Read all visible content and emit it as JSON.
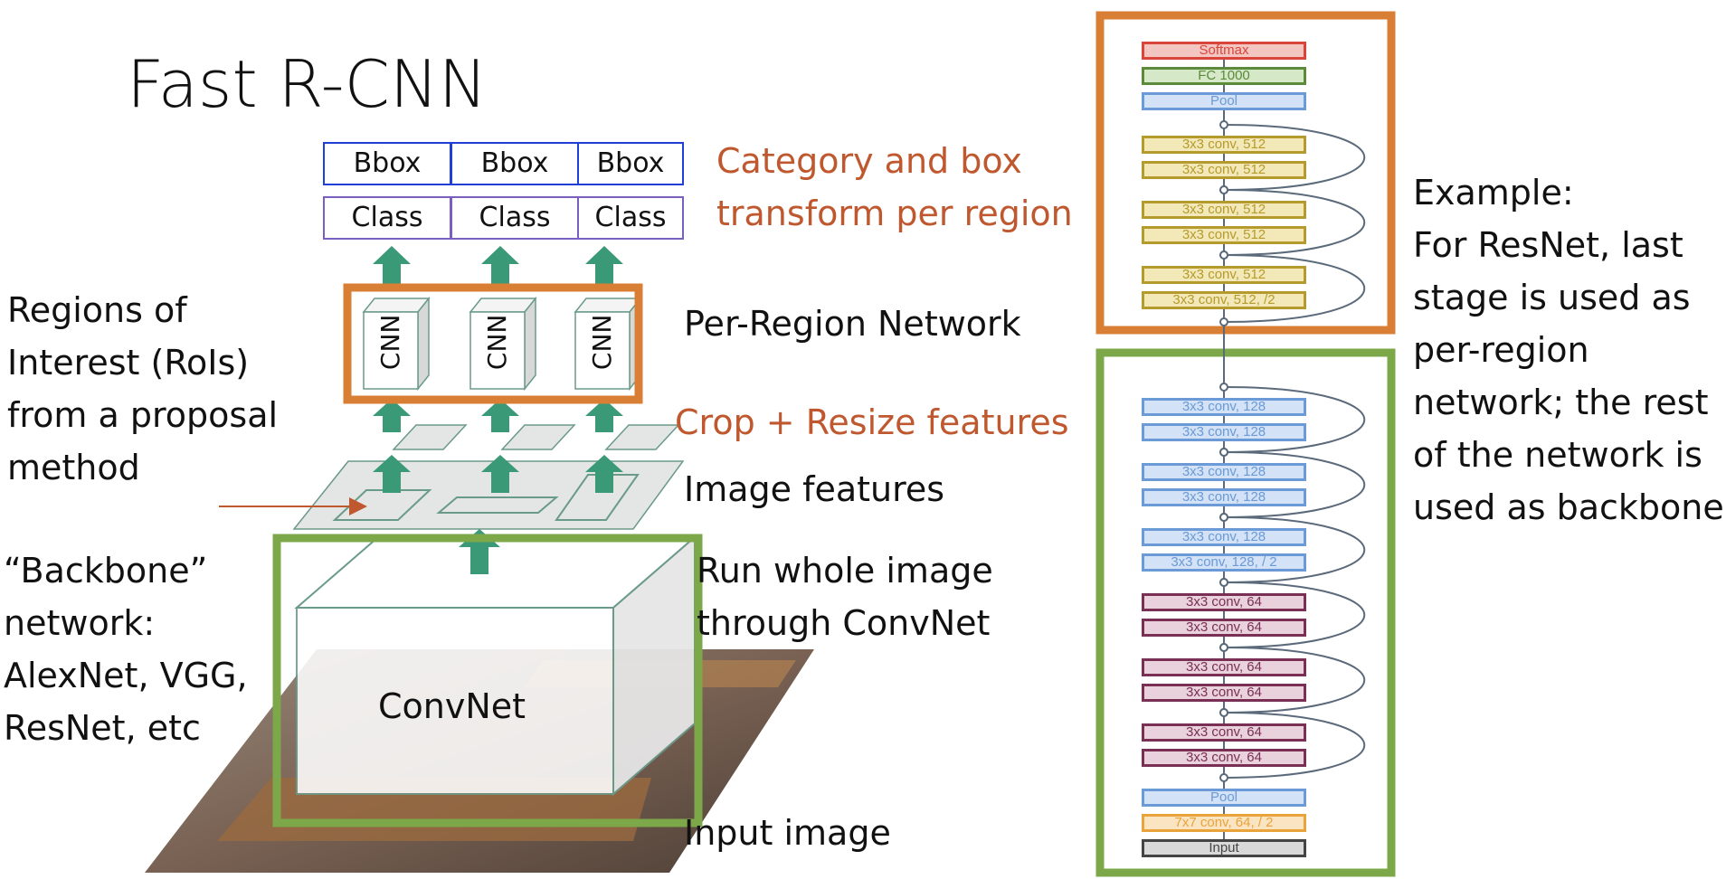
{
  "title": "Fast R-CNN",
  "labels": {
    "category_box": [
      "Category and box",
      "transform per region"
    ],
    "per_region": "Per-Region Network",
    "crop_resize": "Crop + Resize features",
    "image_features": "Image features",
    "run_whole": [
      "Run whole image",
      "through ConvNet"
    ],
    "input_image": "Input image",
    "rois": [
      "Regions of",
      "Interest (RoIs)",
      "from a proposal",
      "method"
    ],
    "backbone": [
      "“Backbone”",
      "network:",
      "AlexNet, VGG,",
      "ResNet, etc"
    ],
    "example": [
      "Example:",
      "For ResNet, last",
      "stage is used as",
      "per-region",
      "network; the rest",
      "of the network is",
      "used as backbone"
    ],
    "convnet": "ConvNet",
    "cnn": "CNN"
  },
  "heads": [
    {
      "bbox": "Bbox",
      "class": "Class"
    },
    {
      "bbox": "Bbox",
      "class": "Class"
    },
    {
      "bbox": "Bbox",
      "class": "Class"
    }
  ],
  "resnet_layers": [
    {
      "label": "Softmax",
      "color": "#d9453b",
      "fill": "#f4c6c2"
    },
    {
      "label": "FC 1000",
      "color": "#5a8a3a",
      "fill": "#d5e8c8"
    },
    {
      "label": "Pool",
      "color": "#6b9ad6",
      "fill": "#d3e2f7"
    },
    {
      "label": "3x3 conv, 512",
      "color": "#b59a2e",
      "fill": "#f3e9b8"
    },
    {
      "label": "3x3 conv, 512",
      "color": "#b59a2e",
      "fill": "#f3e9b8"
    },
    {
      "label": "3x3 conv, 512",
      "color": "#b59a2e",
      "fill": "#f3e9b8"
    },
    {
      "label": "3x3 conv, 512",
      "color": "#b59a2e",
      "fill": "#f3e9b8"
    },
    {
      "label": "3x3 conv, 512",
      "color": "#b59a2e",
      "fill": "#f3e9b8"
    },
    {
      "label": "3x3 conv, 512, /2",
      "color": "#b59a2e",
      "fill": "#f3e9b8"
    },
    {
      "label": "3x3 conv, 128",
      "color": "#6b9ad6",
      "fill": "#d3e2f7"
    },
    {
      "label": "3x3 conv, 128",
      "color": "#6b9ad6",
      "fill": "#d3e2f7"
    },
    {
      "label": "3x3 conv, 128",
      "color": "#6b9ad6",
      "fill": "#d3e2f7"
    },
    {
      "label": "3x3 conv, 128",
      "color": "#6b9ad6",
      "fill": "#d3e2f7"
    },
    {
      "label": "3x3 conv, 128",
      "color": "#6b9ad6",
      "fill": "#d3e2f7"
    },
    {
      "label": "3x3 conv, 128, / 2",
      "color": "#6b9ad6",
      "fill": "#d3e2f7"
    },
    {
      "label": "3x3 conv, 64",
      "color": "#7a2f55",
      "fill": "#ead2dd"
    },
    {
      "label": "3x3 conv, 64",
      "color": "#7a2f55",
      "fill": "#ead2dd"
    },
    {
      "label": "3x3 conv, 64",
      "color": "#7a2f55",
      "fill": "#ead2dd"
    },
    {
      "label": "3x3 conv, 64",
      "color": "#7a2f55",
      "fill": "#ead2dd"
    },
    {
      "label": "3x3 conv, 64",
      "color": "#7a2f55",
      "fill": "#ead2dd"
    },
    {
      "label": "3x3 conv, 64",
      "color": "#7a2f55",
      "fill": "#ead2dd"
    },
    {
      "label": "Pool",
      "color": "#6b9ad6",
      "fill": "#d3e2f7"
    },
    {
      "label": "7x7 conv, 64, / 2",
      "color": "#e8a33a",
      "fill": "#fbe4c2"
    },
    {
      "label": "Input",
      "color": "#444444",
      "fill": "#d9d9d9"
    }
  ],
  "colors": {
    "orange_frame": "#d97f35",
    "green_frame": "#7da84a",
    "arrow_green": "#3a9a78",
    "bbox_border": "#1f3fd6",
    "class_border": "#7a5fc0",
    "accent_text": "#c0582f"
  }
}
